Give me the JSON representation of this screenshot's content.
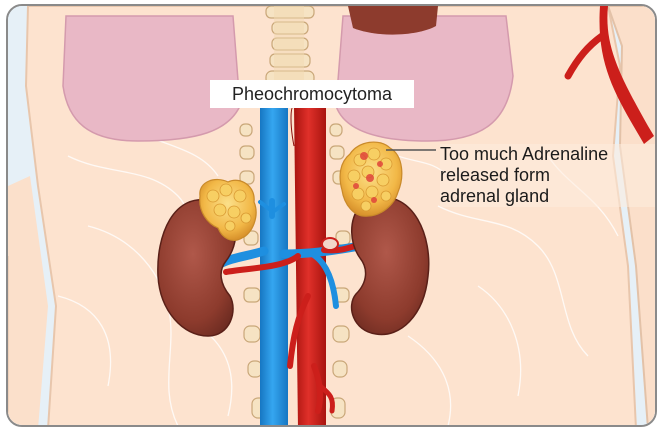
{
  "labels": {
    "title": "Pheochromocytoma",
    "callout_line1": "Too much Adrenaline",
    "callout_line2": "released form",
    "callout_line3": "adrenal gland"
  },
  "colors": {
    "skin": "#fde3cf",
    "lung": "#e9b8c6",
    "aorta": "#d0211f",
    "vena_cava": "#1e8fe0",
    "kidney": "#8d3b2d",
    "adrenal": "#f2b847",
    "spine": "#f6e3c3"
  }
}
